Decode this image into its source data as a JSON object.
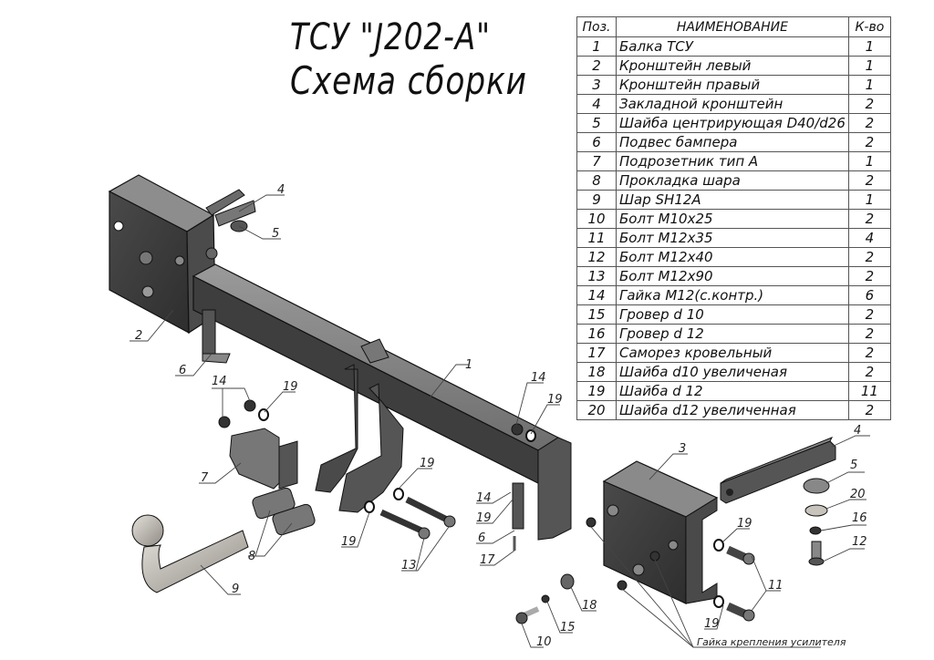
{
  "title": {
    "line1": "ТСУ \"J202-A\"",
    "line2": "Схема сборки"
  },
  "bom": {
    "headers": {
      "pos": "Поз.",
      "name": "НАИМЕНОВАНИЕ",
      "qty": "К-во"
    },
    "rows": [
      {
        "pos": "1",
        "name": "Балка ТСУ",
        "qty": "1"
      },
      {
        "pos": "2",
        "name": "Кронштейн левый",
        "qty": "1"
      },
      {
        "pos": "3",
        "name": "Кронштейн правый",
        "qty": "1"
      },
      {
        "pos": "4",
        "name": "Закладной кронштейн",
        "qty": "2"
      },
      {
        "pos": "5",
        "name": "Шайба центрирующая D40/d26",
        "qty": "2"
      },
      {
        "pos": "6",
        "name": "Подвес бампера",
        "qty": "2"
      },
      {
        "pos": "7",
        "name": "Подрозетник тип А",
        "qty": "1"
      },
      {
        "pos": "8",
        "name": "Прокладка шара",
        "qty": "2"
      },
      {
        "pos": "9",
        "name": "Шар SH12A",
        "qty": "1"
      },
      {
        "pos": "10",
        "name": "Болт М10х25",
        "qty": "2"
      },
      {
        "pos": "11",
        "name": "Болт М12х35",
        "qty": "4"
      },
      {
        "pos": "12",
        "name": "Болт М12х40",
        "qty": "2"
      },
      {
        "pos": "13",
        "name": "Болт М12х90",
        "qty": "2"
      },
      {
        "pos": "14",
        "name": "Гайка М12(с.контр.)",
        "qty": "6"
      },
      {
        "pos": "15",
        "name": "Гровер d 10",
        "qty": "2"
      },
      {
        "pos": "16",
        "name": "Гровер d 12",
        "qty": "2"
      },
      {
        "pos": "17",
        "name": "Саморез кровельный",
        "qty": "2"
      },
      {
        "pos": "18",
        "name": "Шайба d10 увеличеная",
        "qty": "2"
      },
      {
        "pos": "19",
        "name": "Шайба d 12",
        "qty": "11"
      },
      {
        "pos": "20",
        "name": "Шайба d12 увеличенная",
        "qty": "2"
      }
    ]
  },
  "callouts": {
    "c1": "1",
    "c2": "2",
    "c3": "3",
    "c4a": "4",
    "c4b": "4",
    "c5a": "5",
    "c5b": "5",
    "c6a": "6",
    "c6b": "6",
    "c7": "7",
    "c8": "8",
    "c9": "9",
    "c10": "10",
    "c11": "11",
    "c12": "12",
    "c13": "13",
    "c14a": "14",
    "c14b": "14",
    "c14c": "14",
    "c15": "15",
    "c16": "16",
    "c17": "17",
    "c18": "18",
    "c19a": "19",
    "c19b": "19",
    "c19c": "19",
    "c19d": "19",
    "c19e": "19",
    "c19f": "19",
    "c20": "20",
    "nut_note": "Гайка крепления усилителя"
  },
  "colors": {
    "steel_dark": "#3a3a3a",
    "steel_mid": "#5a5a5a",
    "steel_light": "#8a8a8a",
    "ball_light": "#c8c4bc",
    "ink": "#222222"
  }
}
